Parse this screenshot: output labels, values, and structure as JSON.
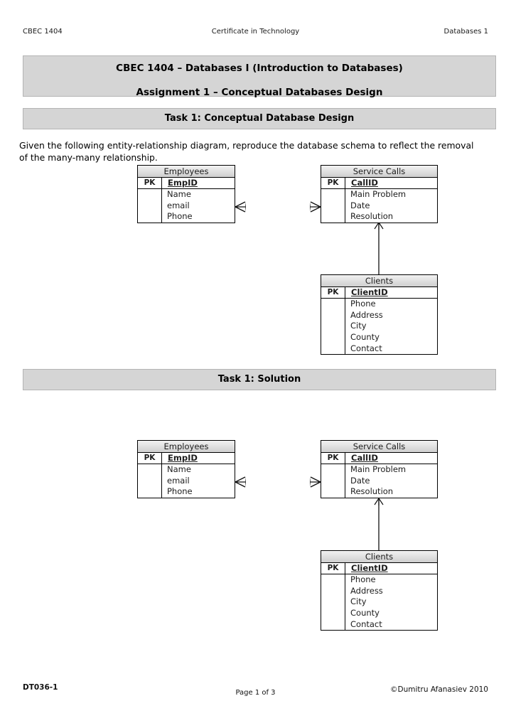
{
  "running_head": {
    "left": "CBEC 1404",
    "center": "Certificate in Technology",
    "right": "Databases 1"
  },
  "title_banner": {
    "line1": "CBEC 1404 – Databases I (Introduction to Databases)",
    "line2": "Assignment 1 – Conceptual Databases Design"
  },
  "task_banner": {
    "label": "Task 1: Conceptual Database Design"
  },
  "instructions": {
    "text": "Given the following entity-relationship diagram, reproduce the database schema to reflect the removal of the many-many relationship."
  },
  "solution_banner": {
    "label": "Task 1: Solution"
  },
  "diagram_problem": {
    "entities": [
      {
        "name": "Employees",
        "pk_tag": "PK",
        "pk_field": "EmpID",
        "attributes": [
          "Name",
          "email",
          "Phone"
        ]
      },
      {
        "name": "Service Calls",
        "pk_tag": "PK",
        "pk_field": "CallID",
        "attributes": [
          "Main Problem",
          "Date",
          "Resolution"
        ]
      },
      {
        "name": "Clients",
        "pk_tag": "PK",
        "pk_field": "ClientID",
        "attributes": [
          "Phone",
          "Address",
          "City",
          "County",
          "Contact"
        ]
      }
    ],
    "relationships": [
      {
        "from": "Employees",
        "to": "Service Calls",
        "cardinality": "many-to-many",
        "style": "crows-foot-both-ends"
      },
      {
        "from": "Service Calls",
        "to": "Clients",
        "cardinality": "one-to-many",
        "style": "crows-foot-at-service-calls"
      }
    ]
  },
  "diagram_solution": {
    "entities": [
      {
        "name": "Employees",
        "pk_tag": "PK",
        "pk_field": "EmpID",
        "attributes": [
          "Name",
          "email",
          "Phone"
        ]
      },
      {
        "name": "Service Calls",
        "pk_tag": "PK",
        "pk_field": "CallID",
        "attributes": [
          "Main Problem",
          "Date",
          "Resolution"
        ]
      },
      {
        "name": "Clients",
        "pk_tag": "PK",
        "pk_field": "ClientID",
        "attributes": [
          "Phone",
          "Address",
          "City",
          "County",
          "Contact"
        ]
      }
    ],
    "relationships": [
      {
        "from": "Employees",
        "to": "Service Calls",
        "cardinality": "many-to-many",
        "style": "crows-foot-both-ends"
      },
      {
        "from": "Service Calls",
        "to": "Clients",
        "cardinality": "one-to-many",
        "style": "crows-foot-at-service-calls"
      }
    ]
  },
  "footer": {
    "left": "DT036-1",
    "center": "Page 1 of 3",
    "right": "©Dumitru Afanasiev 2010"
  },
  "colors": {
    "banner_fill": "#d5d5d5",
    "banner_border": "#b4b4b4",
    "entity_border": "#000000",
    "entity_header_fill": "#e2e2e2",
    "page_background": "#ffffff"
  }
}
